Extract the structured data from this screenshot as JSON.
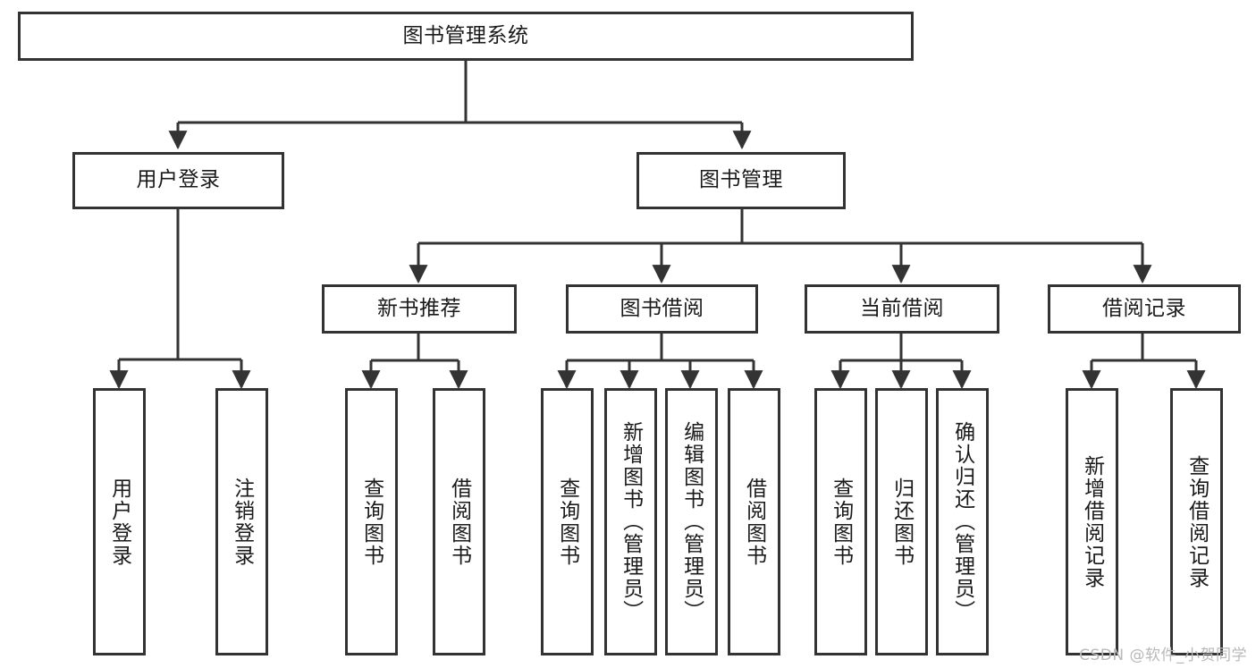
{
  "diagram": {
    "type": "tree",
    "title": "图书管理系统",
    "root": {
      "label": "图书管理系统"
    },
    "level1": [
      {
        "label": "用户登录"
      },
      {
        "label": "图书管理"
      }
    ],
    "level2": [
      {
        "label": "新书推荐"
      },
      {
        "label": "图书借阅"
      },
      {
        "label": "当前借阅"
      },
      {
        "label": "借阅记录"
      }
    ],
    "leaves": {
      "user_login": [
        {
          "label": "用户登录"
        },
        {
          "label": "注销登录"
        }
      ],
      "new_book": [
        {
          "label": "查询图书"
        },
        {
          "label": "借阅图书"
        }
      ],
      "borrow_book": [
        {
          "label": "查询图书"
        },
        {
          "label": "新增图书（管理员）"
        },
        {
          "label": "编辑图书（管理员）"
        },
        {
          "label": "借阅图书"
        }
      ],
      "current_borrow": [
        {
          "label": "查询图书"
        },
        {
          "label": "归还图书"
        },
        {
          "label": "确认归还（管理员）"
        }
      ],
      "borrow_record": [
        {
          "label": "新增借阅记录"
        },
        {
          "label": "查询借阅记录"
        }
      ]
    }
  },
  "watermark": {
    "text": "CSDN @软件_小贺同学"
  },
  "colors": {
    "stroke": "#333333",
    "fill": "#ffffff",
    "text": "#1a1a1a",
    "watermark": "#b9b9b9"
  }
}
